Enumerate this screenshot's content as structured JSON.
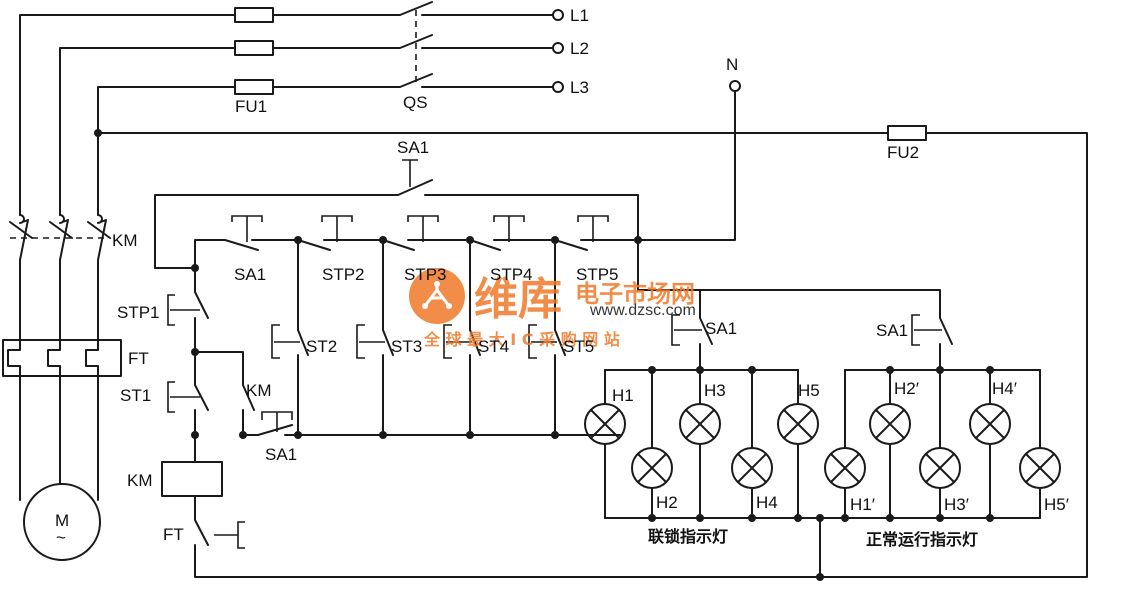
{
  "terminals": {
    "l1": "L1",
    "l2": "L2",
    "l3": "L3",
    "n": "N"
  },
  "components": {
    "fu1": "FU1",
    "fu2": "FU2",
    "qs": "QS",
    "km_main": "KM",
    "ft_overload": "FT",
    "motor": "M",
    "motor_sub": "~",
    "sa1_top": "SA1",
    "sa1_row": "SA1",
    "stp2": "STP2",
    "stp3": "STP3",
    "stp4": "STP4",
    "stp5": "STP5",
    "stp1": "STP1",
    "st1": "ST1",
    "km_aux": "KM",
    "sa1_bottom": "SA1",
    "st2": "ST2",
    "st3": "ST3",
    "st4": "ST4",
    "st5": "ST5",
    "sa1_lamps_left": "SA1",
    "sa1_lamps_right": "SA1",
    "km_coil": "KM",
    "ft_contact": "FT"
  },
  "lamps": {
    "h1": "H1",
    "h2": "H2",
    "h3": "H3",
    "h4": "H4",
    "h5": "H5",
    "h1p": "H1′",
    "h2p": "H2′",
    "h3p": "H3′",
    "h4p": "H4′",
    "h5p": "H5′"
  },
  "captions": {
    "interlock": "联锁指示灯",
    "normal": "正常运行指示灯"
  },
  "watermark": {
    "brand": "维库",
    "site": "电子市场网",
    "url": "www.dzsc.com",
    "slogan": "全 球 最 大 I C 采 购 网 站",
    "color": "#f07a2a"
  }
}
